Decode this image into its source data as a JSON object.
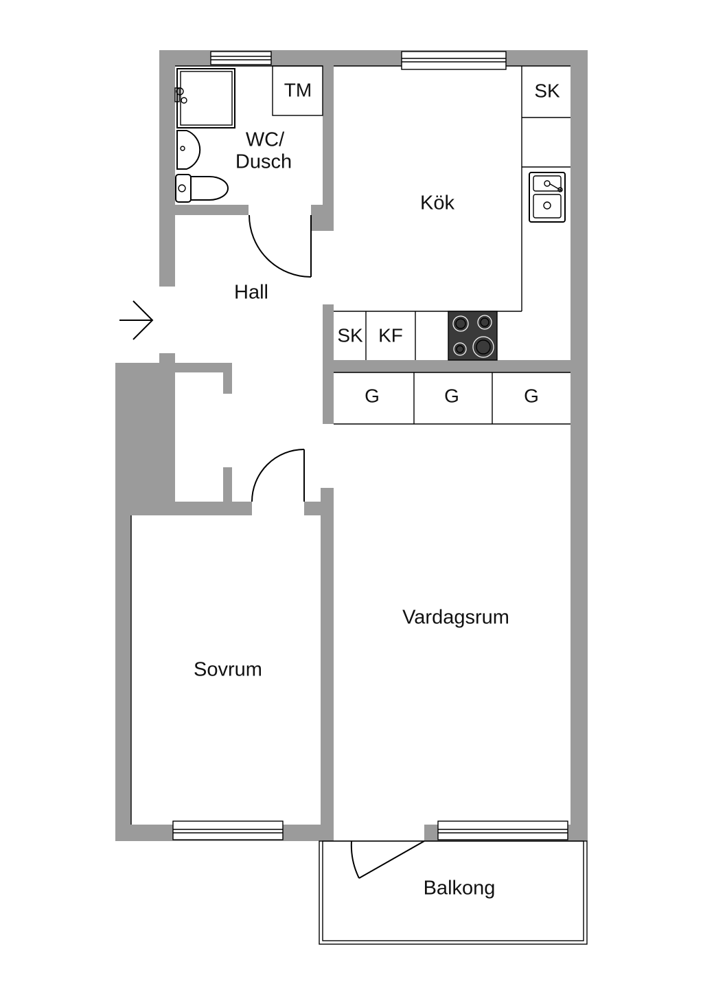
{
  "plan": {
    "rooms": {
      "wc_line1": "WC/",
      "wc_line2": "Dusch",
      "kitchen": "Kök",
      "hall": "Hall",
      "living": "Vardagsrum",
      "bedroom": "Sovrum",
      "balcony": "Balkong"
    },
    "fixtures": {
      "tm": "TM",
      "sk_kitchen_top": "SK",
      "sk_counter": "SK",
      "kf": "KF",
      "wardrobes": [
        "G",
        "G",
        "G"
      ]
    },
    "colors": {
      "wall": "#9b9b9b",
      "stove": "#3a3a3a",
      "line": "#000000",
      "background": "#ffffff"
    }
  }
}
